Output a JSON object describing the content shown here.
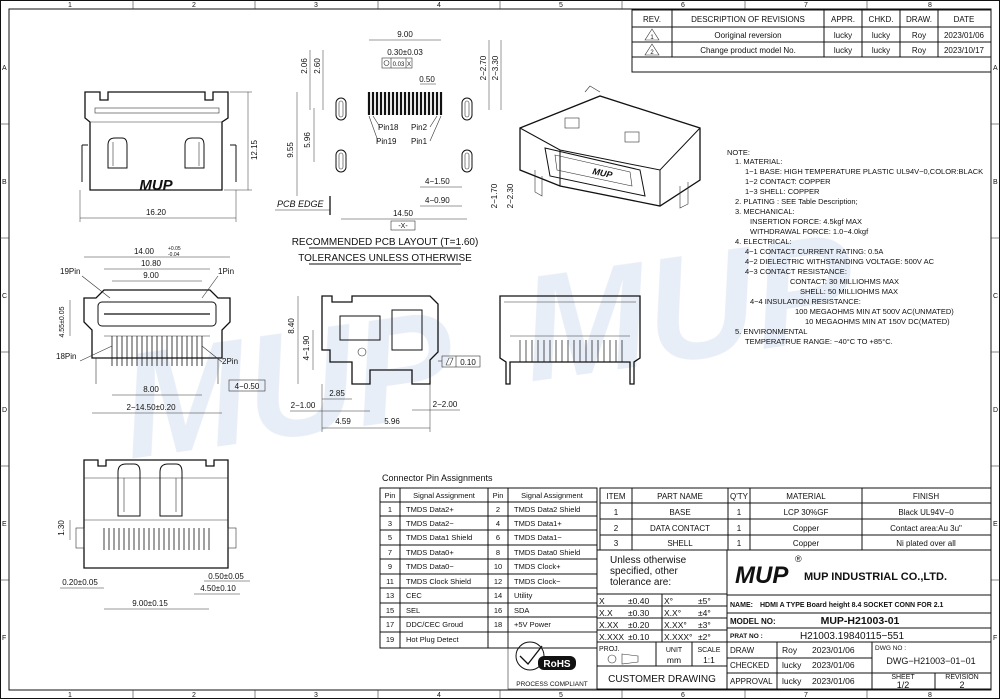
{
  "frame": {
    "top_columns": [
      "1",
      "2",
      "3",
      "4",
      "5",
      "6",
      "7",
      "8"
    ],
    "side_rows": [
      "A",
      "B",
      "C",
      "D",
      "E",
      "F"
    ]
  },
  "watermark": {
    "text": "MUP"
  },
  "revisions": {
    "headers": [
      "REV.",
      "DESCRIPTION OF REVISIONS",
      "APPR.",
      "CHKD.",
      "DRAW.",
      "DATE"
    ],
    "rows": [
      {
        "rev": "1",
        "desc": "Ooriginal reversion",
        "appr": "lucky",
        "chkd": "lucky",
        "draw": "Roy",
        "date": "2023/01/06"
      },
      {
        "rev": "2",
        "desc": "Change product model No.",
        "appr": "lucky",
        "chkd": "lucky",
        "draw": "Roy",
        "date": "2023/10/17"
      }
    ]
  },
  "front_view": {
    "logo": "MUP",
    "dim_width": "16.20",
    "dim_height": "12.15"
  },
  "pcb_layout": {
    "dims": {
      "d900": "9.00",
      "d030": "0.30±0.03",
      "tol": "0.03",
      "tol_ref": "X",
      "d050": "0.50",
      "d206": "2.06",
      "d260": "2.60",
      "d955": "9.55",
      "d596": "5.96",
      "d270": "2−2.70",
      "d330": "2−3.30",
      "d170": "2−1.70",
      "d230": "2−2.30",
      "d150": "4−1.50",
      "d090": "4−0.90",
      "d1450": "14.50",
      "datum": "-X-"
    },
    "pins": {
      "p18": "Pin18",
      "p19": "Pin19",
      "p2": "Pin2",
      "p1": "Pin1"
    },
    "pcb_edge": "PCB EDGE",
    "title": "RECOMMENDED PCB LAYOUT (T=1.60)",
    "subtitle": "TOLERANCES UNLESS OTHERWISE"
  },
  "pin_view": {
    "d1400": "14.00",
    "d1400_up": "+0.05",
    "d1400_dn": "-0.04",
    "d1080": "10.80",
    "d900": "9.00",
    "pin19": "19Pin",
    "pin1": "1Pin",
    "pin18": "18Pin",
    "pin2": "2Pin",
    "d455": "4.55±0.05",
    "d800": "8.00",
    "d4050": "4−0.50",
    "d1450": "2−14.50±0.20"
  },
  "side_view": {
    "d840": "8.40",
    "d190": "4−1.90",
    "flat": "0.10",
    "d285": "2.85",
    "d100": "2−1.00",
    "d200": "2−2.00",
    "d459": "4.59",
    "d596": "5.96"
  },
  "bottom_view": {
    "d130": "1.30",
    "d020": "0.20±0.05",
    "d050": "0.50±0.05",
    "d450": "4.50±0.10",
    "d900": "9.00±0.15"
  },
  "notes": [
    "NOTE:",
    "1. MATERIAL:",
    "1−1  BASE: HIGH TEMPERATURE PLASTIC UL94V−0,COLOR:BLACK",
    "1−2  CONTACT: COPPER",
    "1−3  SHELL: COPPER",
    "2. PLATING : SEE Table Description;",
    "3. MECHANICAL:",
    "INSERTION FORCE: 4.5kgf MAX",
    "WITHDRAWAL FORCE: 1.0−4.0kgf",
    "4. ELECTRICAL:",
    "4−1  CONTACT CURRENT RATING: 0.5A",
    "4−2  DIELECTRIC WITHSTANDING VOLTAGE: 500V AC",
    "4−3  CONTACT RESISTANCE:",
    "CONTACT: 30 MILLIOHMS MAX",
    "SHELL: 50 MILLIOHMS MAX",
    "4−4  INSULATION RESISTANCE:",
    "100 MEGAOHMS MIN AT 500V AC(UNMATED)",
    "10 MEGAOHMS MIN AT 150V DC(MATED)",
    "5. ENVIRONMENTAL",
    "TEMPERATRUE RANGE: −40°C TO +85°C."
  ],
  "pin_table": {
    "title": "Connector Pin Assignments",
    "headers": [
      "Pin",
      "Signal Assignment",
      "Pin",
      "Signal Assignment"
    ],
    "rows": [
      [
        "1",
        "TMDS Data2+",
        "2",
        "TMDS Data2 Shield"
      ],
      [
        "3",
        "TMDS Data2−",
        "4",
        "TMDS Data1+"
      ],
      [
        "5",
        "TMDS Data1 Shield",
        "6",
        "TMDS Data1−"
      ],
      [
        "7",
        "TMDS Data0+",
        "8",
        "TMDS Data0 Shield"
      ],
      [
        "9",
        "TMDS Data0−",
        "10",
        "TMDS Clock+"
      ],
      [
        "11",
        "TMDS Clock Shield",
        "12",
        "TMDS Clock−"
      ],
      [
        "13",
        "CEC",
        "14",
        "Utility"
      ],
      [
        "15",
        "SEL",
        "16",
        "SDA"
      ],
      [
        "17",
        "DDC/CEC Groud",
        "18",
        "+5V Power"
      ],
      [
        "19",
        "Hot Plug Detect",
        "",
        ""
      ]
    ]
  },
  "bom": {
    "headers": [
      "ITEM",
      "PART NAME",
      "Q'TY",
      "MATERIAL",
      "FINISH"
    ],
    "rows": [
      [
        "1",
        "BASE",
        "1",
        "LCP 30%GF",
        "Black UL94V−0"
      ],
      [
        "2",
        "DATA CONTACT",
        "1",
        "Copper",
        "Contact area:Au 3u\""
      ],
      [
        "3",
        "SHELL",
        "1",
        "Copper",
        "Ni plated over all"
      ]
    ]
  },
  "tolerance": {
    "title_line1": "Unless otherwise",
    "title_line2": "specified, other",
    "title_line3": "tolerance are:",
    "rows": [
      [
        "X",
        "±0.40",
        "X°",
        "±5°"
      ],
      [
        "X.X",
        "±0.30",
        "X.X°",
        "±4°"
      ],
      [
        "X.XX",
        "±0.20",
        "X.XX°",
        "±3°"
      ],
      [
        "X.XXX",
        "±0.10",
        "X.XXX°",
        "±2°"
      ]
    ],
    "proj": "PROJ.",
    "unit_label": "UNIT",
    "unit": "mm",
    "scale_label": "SCALE",
    "scale": "1:1"
  },
  "rohs": {
    "label": "RoHS",
    "caption": "PROCESS COMPLIANT"
  },
  "title_block": {
    "logo": "MUP",
    "reg": "®",
    "company": "MUP INDUSTRIAL CO.,LTD.",
    "name_label": "NAME:",
    "name": "HDMI  A TYPE Board height 8.4   SOCKET CONN  FOR  2.1",
    "model_label": "MODEL NO:",
    "model": "MUP-H21003-01",
    "prat_label": "PRAT NO :",
    "prat": "H21003.19840115−551",
    "customer": "CUSTOMER  DRAWING",
    "draw_label": "DRAW",
    "draw_name": "Roy",
    "draw_date": "2023/01/06",
    "checked_label": "CHECKED",
    "checked_name": "lucky",
    "checked_date": "2023/01/06",
    "approval_label": "APPROVAL",
    "approval_name": "lucky",
    "approval_date": "2023/01/06",
    "dwg_label": "DWG NO :",
    "dwg": "DWG−H21003−01−01",
    "sheet_label": "SHEET",
    "sheet": "1/2",
    "revision_label": "REVISION",
    "revision": "2"
  }
}
